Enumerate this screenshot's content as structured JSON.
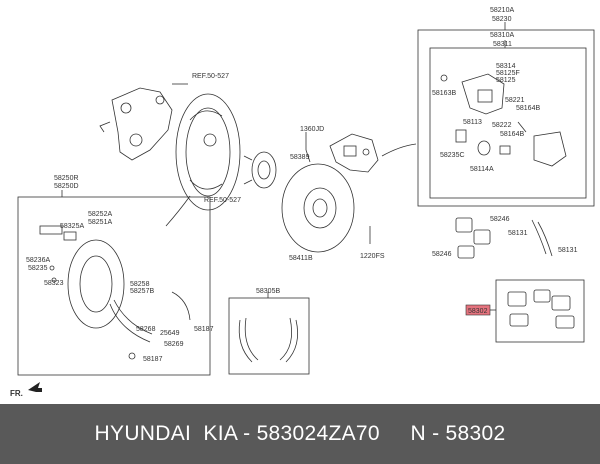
{
  "highlight_color": "#e5737e",
  "banner_color": "#595959",
  "labels": {
    "brake_caliper_group_1": "58210A",
    "brake_caliper_group_2": "58230",
    "caliper_kit_1": "58310A",
    "caliper_kit_2": "58311",
    "bolt_58314": "58314",
    "boot_58125f": "58125F",
    "bleeder_58125": "58125",
    "part_58163b": "58163B",
    "part_58221": "58221",
    "part_58164b_a": "58164B",
    "part_58113": "58113",
    "part_58222": "58222",
    "part_58164b_b": "58164B",
    "part_58235c": "58235C",
    "part_58114a": "58114A",
    "ref_upper": "REF.50-527",
    "ref_lower": "REF.50-527",
    "part_1360jd": "1360JD",
    "part_58389": "58389",
    "part_58411b": "58411B",
    "part_1220fs": "1220FS",
    "part_58246_a": "58246",
    "part_58246_b": "58246",
    "part_58131_a": "58131",
    "part_58131_b": "58131",
    "part_58302": "58302",
    "part_58250r": "58250R",
    "part_58250d": "58250D",
    "part_58252a": "58252A",
    "part_58251a": "58251A",
    "part_58325a": "58325A",
    "part_58236a": "58236A",
    "part_58235": "58235",
    "part_58323": "58323",
    "part_58258": "58258",
    "part_58257b": "58257B",
    "part_58268": "58268",
    "part_25649": "25649",
    "part_58187_a": "58187",
    "part_58269": "58269",
    "part_58187_b": "58187",
    "part_58305b": "58305B",
    "front_marker": "FR."
  },
  "banner": {
    "text": "HYUNDAI  KIA - 583024ZA70     N - 58302"
  }
}
